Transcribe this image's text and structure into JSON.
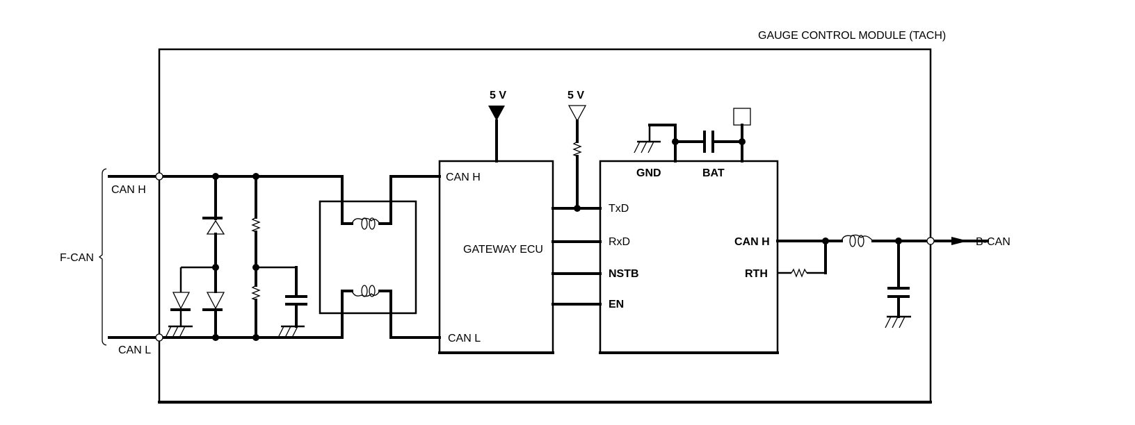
{
  "diagram": {
    "module_title": "GAUGE CONTROL MODULE (TACH)",
    "left_bus": {
      "name": "F-CAN",
      "high_label": "CAN H",
      "low_label": "CAN L"
    },
    "right_bus": {
      "name": "B-CAN"
    },
    "gateway_ecu": {
      "name": "GATEWAY ECU",
      "pins": {
        "can_h": "CAN H",
        "can_l": "CAN L"
      }
    },
    "supplies": {
      "supply_1": "5 V",
      "supply_2": "5 V"
    },
    "transceiver": {
      "pins": {
        "gnd": "GND",
        "bat": "BAT",
        "txd": "TxD",
        "rxd": "RxD",
        "nstb": "NSTB",
        "en": "EN",
        "can_h": "CAN H",
        "rth": "RTH"
      }
    },
    "components": [
      "tvs-diode-top",
      "tvs-diode-bottom-left",
      "tvs-diode-bottom-right",
      "resistor-top",
      "resistor-bottom",
      "capacitor-filter",
      "common-mode-choke",
      "pullup-resistor",
      "bat-capacitor",
      "rth-resistor",
      "output-inductor",
      "output-capacitor"
    ]
  }
}
